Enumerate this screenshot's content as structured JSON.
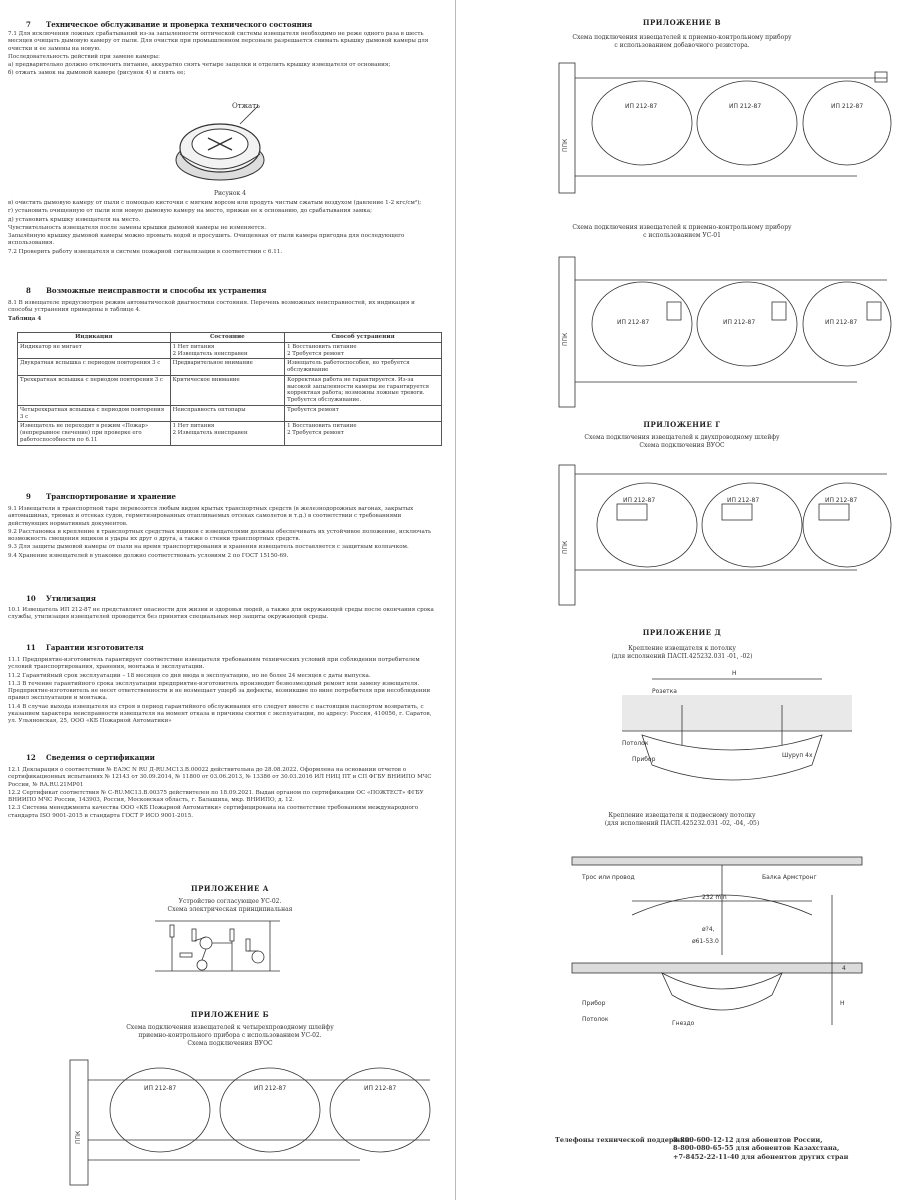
{
  "section7": {
    "num": "7",
    "title": "Техническое обслуживание и проверка технического состояния",
    "paras": [
      "7.1 Для исключения ложных срабатываний из-за запыленности оптической системы извещателя необходимо не реже одного раза в шесть месяцев очищать дымовую камеру от пыли. Для очистки при промышленном персонале разрешается снимать крышку дымовой камеры для очистки и ее замены на новую.",
      "Последовательность действий при замене камеры:",
      "а) предварительно должно отключить питание, аккуратно снять четыре защелки и отделить крышку извещателя от основания;",
      "б) отжать замок на дымовой камере (рисунок 4) и снять ее;"
    ],
    "fig_label": "Отжать",
    "fig_caption": "Рисунок 4",
    "paras2": [
      "в) очистить дымовую камеру от пыли с помощью кисточки с мягким ворсом или продуть чистым сжатым воздухом (давление 1-2 кгс/см²);",
      "г) установить очищенную от пыли или новую дымовую камеру на место, прижав ее к основанию, до срабатывания замка;",
      "д) установить крышку извещателя на место.",
      "Чувствительность извещателя после замены крышки дымовой камеры не изменяется.",
      "Запылённую крышку дымовой камеры можно промыть водой и просушить. Очищенная от пыли камера пригодна для последующего использования.",
      "7.2 Проверить работу извещателя в системе пожарной сигнализации в соответствии с 6.11."
    ]
  },
  "section8": {
    "num": "8",
    "title": "Возможные неисправности и способы их устранения",
    "paras": [
      "8.1 В извещателе предусмотрен режим автоматической диагностики состояния. Перечень возможных неисправностей, их индикация и способы устранения приведены в таблице 4."
    ],
    "table_caption": "Таблица 4",
    "headers": [
      "Индикация",
      "Состояние",
      "Способ устранения"
    ],
    "rows": [
      [
        "Индикатор не мигает",
        "1 Нет питания\n2 Извещатель неисправен",
        "1 Восстановить питание\n2 Требуется ремонт"
      ],
      [
        "Двукратная вспышка с периодом повторения 3 с",
        "Предварительное внимание",
        "Извещатель работоспособен, но требуется обслуживание"
      ],
      [
        "Трехкратная вспышка с периодом повторения 3 с",
        "Критическое внимание",
        "Корректная работа не гарантируется. Из-за высокой запыленности камеры не гарантируется корректная работа; возможны ложные тревоги. Требуется обслуживание."
      ],
      [
        "Четырехкратная вспышка с периодом повторения 3 с",
        "Неисправность оптопары",
        "Требуется ремонт"
      ],
      [
        "Извещатель не переходит в режим «Пожар» (непрерывное свечение) при проверке его работоспособности по 6.11",
        "1 Нет питания\n2 Извещатель неисправен",
        "1 Восстановить питание\n2 Требуется ремонт"
      ]
    ]
  },
  "section9": {
    "num": "9",
    "title": "Транспортирование и хранение",
    "paras": [
      "9.1 Извещатели в транспортной таре перевозятся любым видом крытых транспортных средств (в железнодорожных вагонах, закрытых автомашинах, трюмах и отсеках судов, герметизированных отапливаемых отсеках самолетов и т.д.) в соответствии с требованиями действующих нормативных документов.",
      "9.2 Расстановка и крепление в транспортных средствах ящиков с извещателями должны обеспечивать их устойчивое положение, исключать возможность смещения ящиков и удары их друг о друга, а также о стенки транспортных средств.",
      "9.3 Для защиты дымовой камеры от пыли на время транспортирования и хранения извещатель поставляется с защитным колпачком.",
      "9.4 Хранение извещателей в упаковке должно соответствовать условиям 2 по ГОСТ 15150-69."
    ]
  },
  "section10": {
    "num": "10",
    "title": "Утилизация",
    "paras": [
      "10.1 Извещатель ИП 212-87 не представляет опасности для жизни и здоровья людей, а также для окружающей среды после окончания срока службы, утилизация извещателей проводится без принятия специальных мер защиты окружающей среды."
    ]
  },
  "section11": {
    "num": "11",
    "title": "Гарантии изготовителя",
    "paras": [
      "11.1 Предприятие-изготовитель гарантирует соответствие извещателя требованиям технических условий при соблюдении потребителем условий транспортирования, хранения, монтажа и эксплуатации.",
      "11.2 Гарантийный срок эксплуатации – 18 месяцев со дня ввода в эксплуатацию, но не более 24 месяцев с даты выпуска.",
      "11.3 В течение гарантийного срока эксплуатации предприятие-изготовитель производит безвозмездный ремонт или замену извещателя. Предприятие-изготовитель не несет ответственности и не возмещает ущерб за дефекты, возникшие по вине потребителя при несоблюдении правил эксплуатации и монтажа.",
      "11.4 В случае выхода извещателя из строя в период гарантийного обслуживания его следует вместе с настоящим паспортом возвратить, с указанием характера неисправности извещателя на момент отказа и причины снятия с эксплуатации, по адресу: Россия, 410056, г. Саратов, ул. Ульяновская, 25, ООО «КБ Пожарной Автоматики»"
    ]
  },
  "section12": {
    "num": "12",
    "title": "Сведения о сертификации",
    "paras": [
      "12.1 Декларация о соответствии № ЕАЭС N RU Д-RU.МС13.В.00022 действительна до 28.08.2022. Оформлена на основании отчетов о сертификационных испытаниях № 12143 от 30.09.2014, № 11800 от 03.06.2013, № 13386 от 30.03.2016 ИЛ НИЦ ПТ и СП ФГБУ ВНИИПО МЧС России, № RA.RU.21МР01",
      "12.2 Сертификат соответствия № С-RU.МС13.В.00375 действителен по 18.09.2021. Выдан органом по сертификации ОС «ПОЖТЕСТ» ФГБУ ВНИИПО МЧС России, 143903, Россия, Московская область, г. Балашиха, мкр. ВНИИПО, д. 12.",
      "12.3 Система менеджмента качества ООО «КБ Пожарной Автоматики» сертифицирована на соответствие требованиям международного стандарта ISO 9001-2015 и стандарта ГОСТ Р ИСО 9001-2015."
    ]
  },
  "appA": {
    "title": "ПРИЛОЖЕНИЕ А",
    "sub1": "Устройство согласующее УС-02.",
    "sub2": "Схема электрическая принципиальная"
  },
  "appB": {
    "title": "ПРИЛОЖЕНИЕ Б",
    "sub1": "Схема подключения извещателей к четырехпроводному шлейфу",
    "sub2": "приемно-контрольного прибора с использованием УС-02.",
    "sub3": "Схема подключения ВУОС"
  },
  "appV": {
    "title": "ПРИЛОЖЕНИЕ В",
    "sub1": "Схема подключения извещателей к приемно-контрольному прибору",
    "sub2": "с использованием добавочного резистора.",
    "sub3": "Схема подключения извещателей к приемно-контрольному прибору",
    "sub4": "с использованием УС-01"
  },
  "appG": {
    "title": "ПРИЛОЖЕНИЕ Г",
    "sub1": "Схема подключения извещателей к двухпроводному шлейфу",
    "sub2": "Схема подключения ВУОС"
  },
  "appD": {
    "title": "ПРИЛОЖЕНИЕ Д",
    "sub1": "Крепление извещателя к потолку",
    "sub2": "(для исполнений ПАСП.425232.031 -01, -02)",
    "sub3": "Крепление извещателя к подвесному потолку",
    "sub4": "(для исполнений ПАСП.425232.031 -02, -04, -05)",
    "labels": {
      "rozetka": "Розетка",
      "shurup": "Шуруп 4х",
      "potolok": "Потолок",
      "pribor": "Прибор",
      "ppk": "ППК",
      "detector": "ИП 212-87",
      "bracket": "Гнездо",
      "dim_h": "H",
      "dim_d": "ø61-53.0",
      "dim_232": "232 min",
      "dim_4": "4",
      "dim_d2": "ø?4,",
      "beam": "Балка Армстронг",
      "pipe": "Трос или провод"
    }
  },
  "phones": {
    "label": "Телефоны технической поддержки:",
    "lines": [
      "8-800-600-12-12 для абонентов России,",
      "8-800-080-65-55 для абонентов Казахстана,",
      "+7-8452-22-11-40 для абонентов других стран"
    ]
  }
}
